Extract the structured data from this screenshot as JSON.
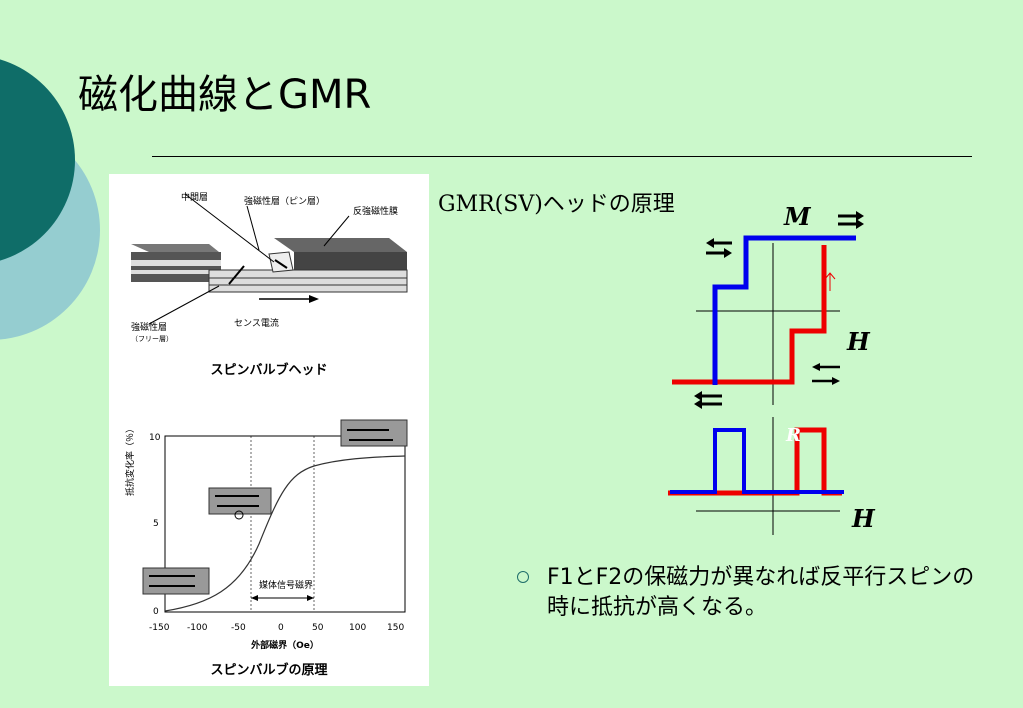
{
  "title": "磁化曲線とGMR",
  "figure": {
    "labels": {
      "middle_layer": "中間層",
      "pinned_layer": "強磁性層（ピン層）",
      "antiferro_film": "反強磁性膜",
      "free_layer": "強磁性層",
      "free_layer_sub": "（フリー層）",
      "sense_current": "センス電流"
    },
    "caption_top": "スピンバルブヘッド",
    "plot": {
      "ylabel": "抵抗変化率（％）",
      "y_ticks": [
        "10",
        "5",
        "0"
      ],
      "x_ticks": [
        "-150",
        "-100",
        "-50",
        "0",
        "50",
        "100",
        "150"
      ],
      "xlabel": "外部磁界（Oe）",
      "annotation": "媒体信号磁界"
    },
    "caption_bottom": "スピンバルブの原理"
  },
  "diagram": {
    "title": "GMR(SV)ヘッドの原理",
    "m_label": "M",
    "h_label": "H",
    "r_label": "R",
    "colors": {
      "curve_a": "#0000ee",
      "curve_b": "#ee0000"
    }
  },
  "bullet": "F1とF2の保磁力が異なれば反平行スピンの時に抵抗が高くなる。",
  "colors": {
    "background": "#cbf8cb",
    "accent_dark": "#0f6d68",
    "accent_light": "#95cdd0"
  }
}
